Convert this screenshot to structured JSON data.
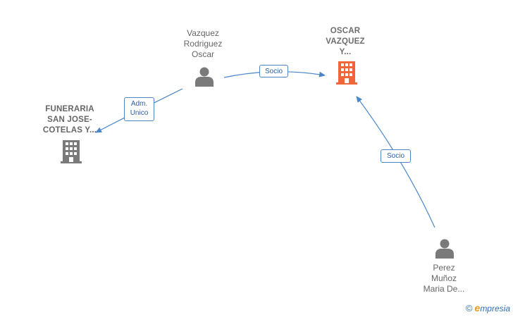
{
  "nodes": {
    "person_vazquez": {
      "lines": [
        "Vazquez",
        "Rodriguez",
        "Oscar"
      ],
      "icon": "person-icon",
      "color": "#7a7a7a"
    },
    "company_oscar": {
      "lines": [
        "OSCAR",
        "VAZQUEZ",
        "Y..."
      ],
      "icon": "building-icon",
      "color": "#f0653a"
    },
    "company_funeraria": {
      "lines": [
        "FUNERARIA",
        "SAN JOSE-",
        "COTELAS Y..."
      ],
      "icon": "building-icon",
      "color": "#7a7a7a"
    },
    "person_perez": {
      "lines": [
        "Perez",
        "Muñoz",
        "Maria De..."
      ],
      "icon": "person-icon",
      "color": "#7a7a7a"
    }
  },
  "edges": {
    "vazquez_to_oscar": {
      "label_lines": [
        "Socio"
      ]
    },
    "vazquez_to_funeraria": {
      "label_lines": [
        "Adm.",
        "Unico"
      ]
    },
    "perez_to_oscar": {
      "label_lines": [
        "Socio"
      ]
    }
  },
  "colors": {
    "edge": "#4a86c8"
  },
  "watermark": {
    "copyright": "©",
    "brand_initial": "e",
    "brand_rest": "mpresia"
  }
}
